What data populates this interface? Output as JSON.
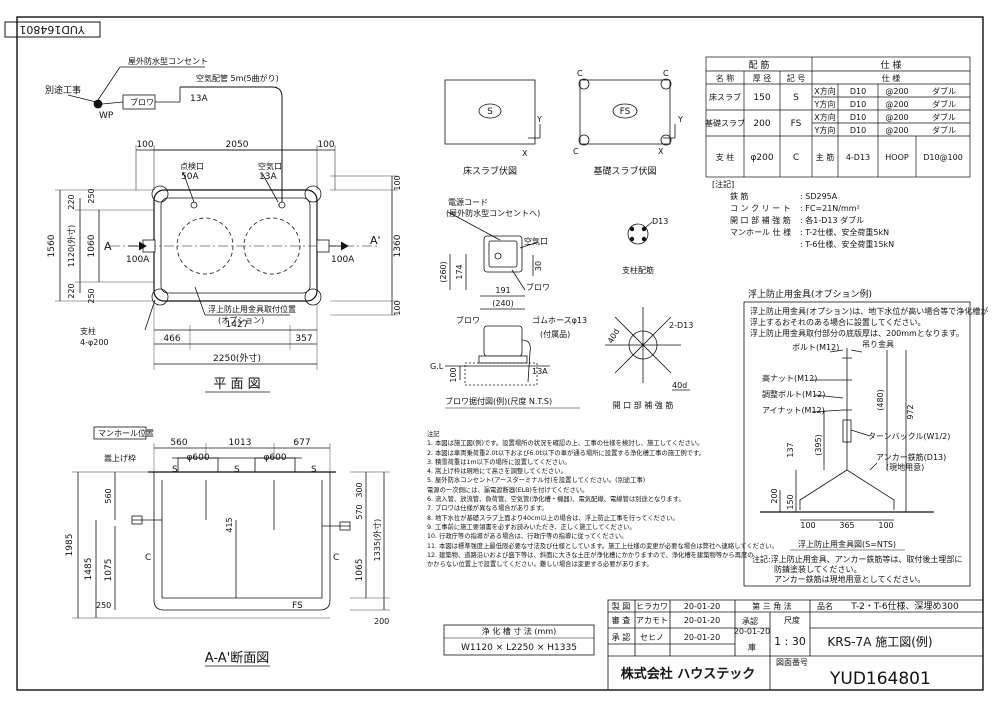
{
  "drawing_number_tab": "YUD164801",
  "plan_view": {
    "title": "平 面 図",
    "wp_label": "WP",
    "outlet_label": "屋外防水型コンセント",
    "wiring_label": "別途工事",
    "blower_label": "ブロワ",
    "air_pipe_label": "空気配管  5m(5曲がり)",
    "air_pipe_size": "13A",
    "inspection_label": "点検口",
    "inspection_size": "50A",
    "air_inlet_label": "空気口",
    "air_inlet_size": "13A",
    "inlet_size": "100A",
    "outlet_size": "100A",
    "section_a": "A",
    "section_a2": "A'",
    "anchor_label": "浮上防止用金具取付位置",
    "anchor_option": "(オプション)",
    "post_label": "支柱",
    "post_size": "4-φ200",
    "dim_100_left": "100",
    "dim_2050": "2050",
    "dim_100_right": "100",
    "dim_1560": "1560",
    "dim_1120": "1120(外寸)",
    "dim_1060": "1060",
    "dim_220_top": "220",
    "dim_250_top": "250",
    "dim_220_bot": "220",
    "dim_250_bot": "250",
    "dim_100_r_top": "100",
    "dim_1360": "1360",
    "dim_100_r_bot": "100",
    "dim_1427": "1427",
    "dim_466": "466",
    "dim_357": "357",
    "dim_2250": "2250(外寸)"
  },
  "floor_slab": {
    "title": "床スラブ伏図",
    "code": "S",
    "x_label": "X",
    "y_label": "Y"
  },
  "foundation_slab": {
    "title": "基礎スラブ伏図",
    "code": "FS",
    "c_label": "C",
    "x_label": "X",
    "y_label": "Y"
  },
  "blower_detail": {
    "title": "ブロワ据付図(例)(尺度 N.T.S)",
    "power_cord": "電源コード",
    "outlet": "(屋外防水型コンセントへ)",
    "air_inlet": "空気口",
    "blower": "ブロワ",
    "blower2": "ブロワ",
    "hose": "ゴムホースφ13",
    "hose_note": "(付属品)",
    "gl": "G.L",
    "pipe": "13A",
    "dim_260": "(260)",
    "dim_174": "174",
    "dim_30": "30",
    "dim_191": "191",
    "dim_240": "(240)",
    "dim_100": "100"
  },
  "post_detail": {
    "title": "支柱配筋",
    "rebar": "D13"
  },
  "opening_detail": {
    "title": "開 口 部 補 強 筋",
    "rebar": "2-D13",
    "dim_40": "40d",
    "dim_40b": "40d"
  },
  "rebar_table": {
    "title_left": "配    筋",
    "title_right": "仕         様",
    "header": [
      "名  称",
      "厚 径",
      "記 号",
      "仕           様"
    ],
    "rows": [
      {
        "name": "床スラブ",
        "thick": "150",
        "mark": "S",
        "dir": "X方向",
        "bar": "D10",
        "pitch": "@200",
        "type": "ダブル"
      },
      {
        "name": "",
        "thick": "",
        "mark": "",
        "dir": "Y方向",
        "bar": "D10",
        "pitch": "@200",
        "type": "ダブル"
      },
      {
        "name": "基礎スラブ",
        "thick": "200",
        "mark": "FS",
        "dir": "X方向",
        "bar": "D10",
        "pitch": "@200",
        "type": "ダブル"
      },
      {
        "name": "",
        "thick": "",
        "mark": "",
        "dir": "Y方向",
        "bar": "D10",
        "pitch": "@200",
        "type": "ダブル"
      },
      {
        "name": "支   柱",
        "thick": "φ200",
        "mark": "C",
        "dir": "主 筋",
        "bar": "4-D13",
        "pitch": "HOOP",
        "type": "D10@100"
      }
    ],
    "notes_title": "[注記]",
    "notes": [
      [
        "鉄          筋",
        ": SD295A"
      ],
      [
        "コ ン ク リ ー ト",
        ": FC=21N/mm²"
      ],
      [
        "開 口 部 補 強 筋",
        ": 各1-D13 ダブル"
      ],
      [
        "マンホール 仕 様",
        ": T-2仕様、安全荷重5kN"
      ],
      [
        "",
        ": T-6仕様、安全荷重15kN"
      ]
    ]
  },
  "anchor_detail": {
    "section_title": "浮上防止用金具(オプション例)",
    "note_lines": [
      "浮上防止用金具(オプション)は、地下水位が高い場合等で浄化槽が",
      "浮上するおそれのある場合に設置してください。",
      "浮上防止用金具取付部分の底版厚は、200mmとなります。"
    ],
    "bolt": "ボルト(M12)",
    "hook": "吊り金具",
    "high_nut": "高ナット(M12)",
    "adj_bolt": "調整ボルト(M12)",
    "eye_nut": "アイナット(M12)",
    "turnbuckle": "ターンバックル(W1/2)",
    "anchor": "アンカー鉄筋(D13)",
    "anchor_note": "(現地用意)",
    "dim_480": "(480)",
    "dim_972": "972",
    "dim_395": "(395)",
    "dim_137": "137",
    "dim_200": "200",
    "dim_150": "150",
    "dim_365": "365",
    "dim_100a": "100",
    "dim_100b": "100",
    "title": "浮上防止用金具図(S=NTS)",
    "footnote1": "注記:浮上防止用金具、アンカー鉄筋等は、取付後土埋部に",
    "footnote2": "防錆塗装してください。",
    "footnote3": "アンカー鉄筋は現地用意としてください。"
  },
  "section_view": {
    "title": "A-A'断面図",
    "manhole_label": "マンホール位置",
    "frame_label": "嵩上げ枠",
    "dim_560": "560",
    "dim_1013": "1013",
    "dim_677": "677",
    "dia_600a": "φ600",
    "dia_600b": "φ600",
    "s1": "S",
    "s2": "S",
    "s3": "S",
    "c1": "C",
    "c2": "C",
    "fs": "FS",
    "dim_1985": "1985",
    "dim_1485": "1485",
    "dim_1075": "1075",
    "dim_560v": "560",
    "dim_415": "415",
    "dim_300": "300",
    "dim_570": "570",
    "dim_1335": "1335(外寸)",
    "dim_1065": "1065",
    "dim_250": "250",
    "dim_200": "200"
  },
  "notes": {
    "title": "注記",
    "items": [
      "1. 本図は施工図(例)です。設置場所の状況を確認の上、工事の仕様を検討し、施工してください。",
      "2. 本図は車両乗荷重2.0t以下および6.0t以下の車が通る場所に設置する浄化槽工事の施工例です。",
      "3. 積雪荷重は1m以下の場所に設置してください。",
      "4. 嵩上げ枠は現地にて高さを調整してください。",
      "5. 屋外防水コンセント(アースターミナル付)を設置してください。(別途工事)",
      "    電源の一次側には、漏電遮断器(ELB)を付けてください。",
      "6. 流入管、放流管、負荷管、空気管(浄化槽・機器)、電気配線、電線管は別途となります。",
      "7. ブロワは仕様が異なる場合があります。",
      "8. 地下水位が基礎スラブ上面より40cm以上の場合は、浮上防止工事を行ってください。",
      "9. 工事前に施工要領書を必ずお読みいただき、正しく施工してください。",
      "10. 行政庁等の指導がある場合は、行政庁等の指導に従ってください。",
      "11. 本図は標準強度上最低限必要な寸法及び仕様としています。施工上仕様の変更が必要な場合は弊社へ連絡してください。",
      "12. 建築物、道路沿いおよび盛下等は、斜面に大きな土圧が浄化槽にかかりますので、浄化槽を建築物等から再度の",
      "    かからない位置上で設置してください。難しい場合は変更する必要があります。"
    ]
  },
  "size_box": {
    "title": "浄 化 槽 寸 法 (mm)",
    "value": "W1120 × L2250 × H1335"
  },
  "title_block": {
    "rows": [
      {
        "role": "製  図",
        "name": "ヒラカワ",
        "date": "20-01-20"
      },
      {
        "role": "審  査",
        "name": "アカモト",
        "date": "20-01-20"
      },
      {
        "role": "承  認",
        "name": "セヒノ",
        "date": "20-01-20"
      }
    ],
    "projection": "第 三 角 法",
    "scale_label": "尺度",
    "scale": "1 : 30",
    "stamp_top": "承認",
    "stamp_date": "20-01-20",
    "stamp_bottom": "庫",
    "product_label": "品名",
    "spec": "T-2・T-6仕様、深埋め300",
    "model": "KRS-7A  施工図(例)",
    "company": "株式会社 ハウステック",
    "drawing_no_label": "図面番号",
    "drawing_no": "YUD164801"
  }
}
